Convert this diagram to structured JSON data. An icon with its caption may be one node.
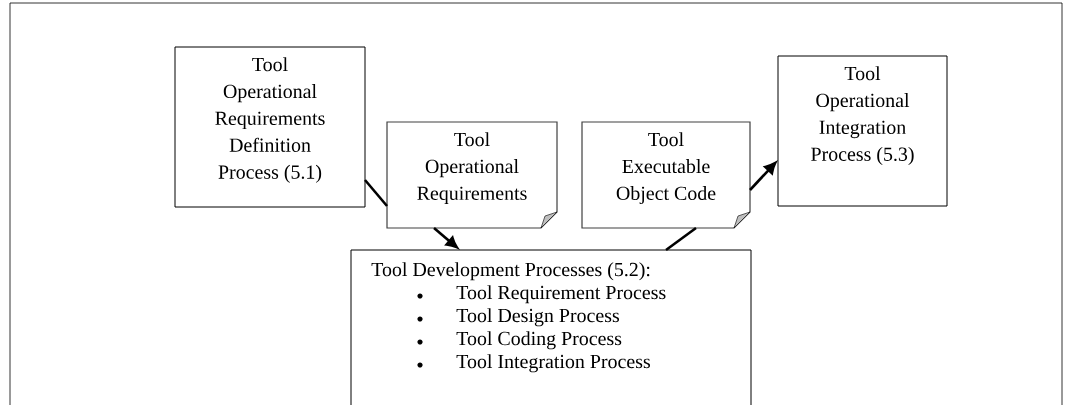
{
  "diagram": {
    "nodes": [
      {
        "text": [
          "Tool Operational Requirements Definition Process (5.1)"
        ]
      },
      {
        "text": [
          "Tool Operational Requirements"
        ]
      },
      {
        "text": [
          "Tool Executable Object Code"
        ]
      },
      {
        "text": [
          "Tool Operational Integration Process (5.3)"
        ]
      },
      {
        "text": [
          "Tool Development Processes (5.2):",
          "Tool Requirement Process",
          "Tool Design  Process",
          "Tool Coding  Process",
          "Tool Integration Process"
        ]
      }
    ],
    "edges": [
      {
        "from": 0,
        "to": 1,
        "arrow": "none"
      },
      {
        "from": 1,
        "to": 4,
        "arrow": "to"
      },
      {
        "from": 4,
        "to": 2,
        "arrow": "none"
      },
      {
        "from": 2,
        "to": 3,
        "arrow": "to"
      }
    ]
  }
}
